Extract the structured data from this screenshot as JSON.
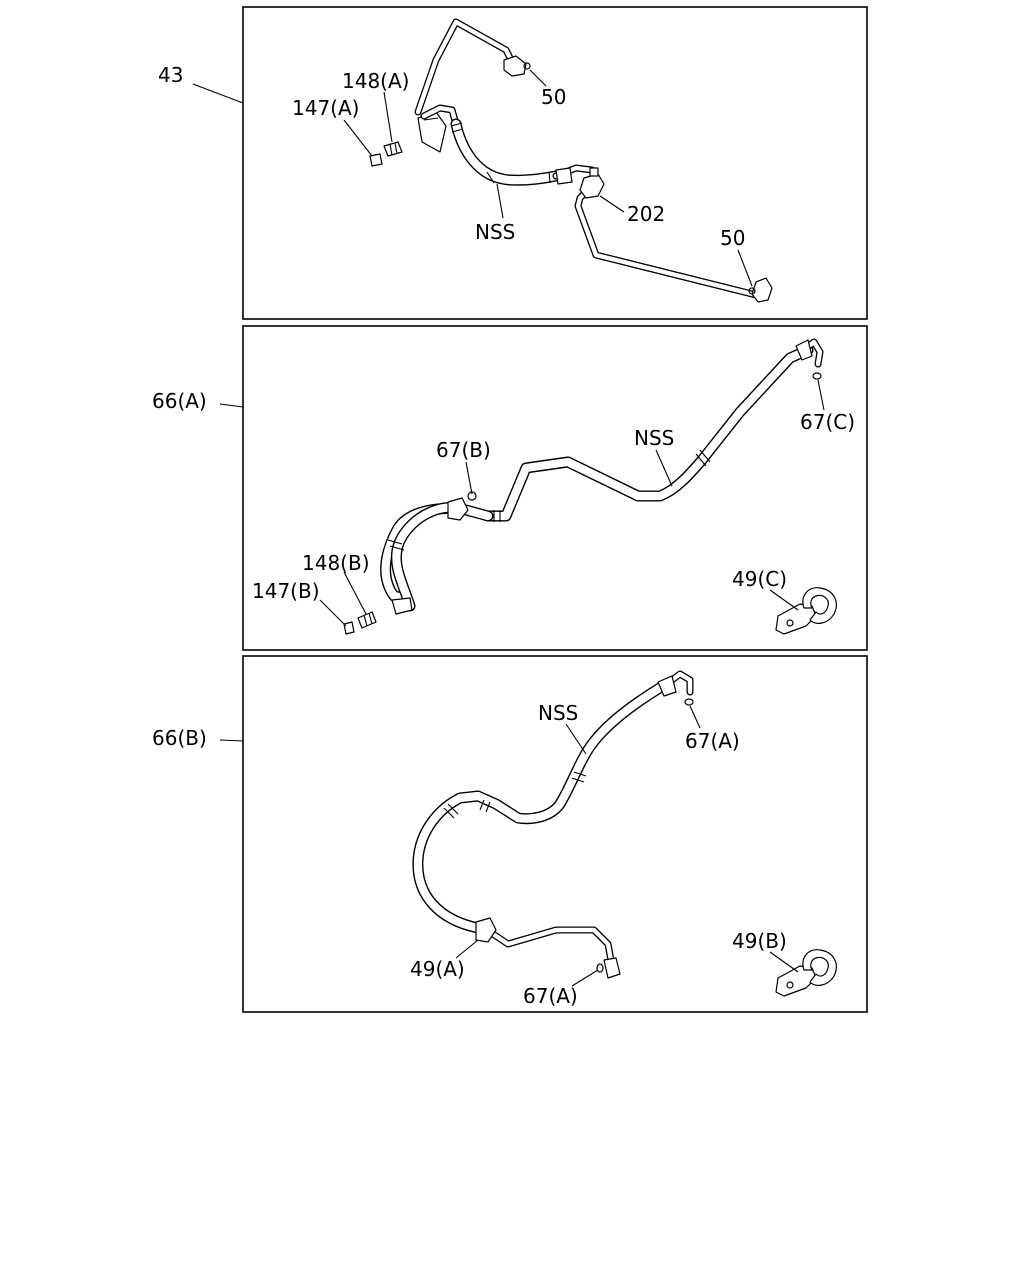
{
  "labels": {
    "l43": "43",
    "l148a": "148(A)",
    "l147a": "147(A)",
    "l50a": "50",
    "l202": "202",
    "lnss1": "NSS",
    "l50b": "50",
    "l66a": "66(A)",
    "l67b": "67(B)",
    "lnss2": "NSS",
    "l67c": "67(C)",
    "l148b": "148(B)",
    "l147b": "147(B)",
    "l49c": "49(C)",
    "l66b": "66(B)",
    "lnss3": "NSS",
    "l67a1": "67(A)",
    "l49a": "49(A)",
    "l67a2": "67(A)",
    "l49b": "49(B)"
  },
  "colors": {
    "line": "#000000",
    "background": "#ffffff"
  }
}
